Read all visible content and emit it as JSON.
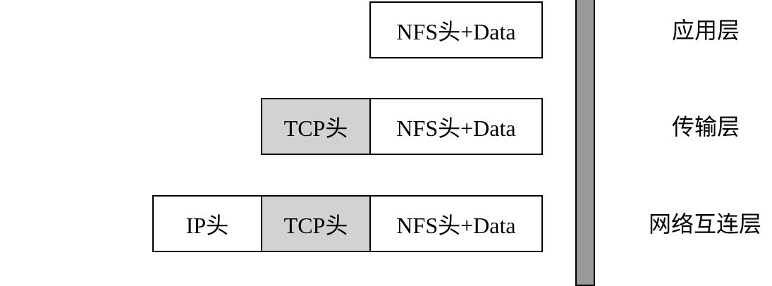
{
  "rows": [
    {
      "layer": "应用层",
      "segments": [
        {
          "label": "NFS头+Data",
          "shade": "#ffffff"
        }
      ]
    },
    {
      "layer": "传输层",
      "segments": [
        {
          "label": "TCP头",
          "shade": "#d2d2d2"
        },
        {
          "label": "NFS头+Data",
          "shade": "#ffffff"
        }
      ]
    },
    {
      "layer": "网络互连层",
      "segments": [
        {
          "label": "IP头",
          "shade": "#ffffff"
        },
        {
          "label": "TCP头",
          "shade": "#d2d2d2"
        },
        {
          "label": "NFS头+Data",
          "shade": "#ffffff"
        }
      ]
    }
  ],
  "colors": {
    "border": "#000000",
    "header_shade": "#d2d2d2",
    "stack_bar": "#9a9a9a"
  }
}
